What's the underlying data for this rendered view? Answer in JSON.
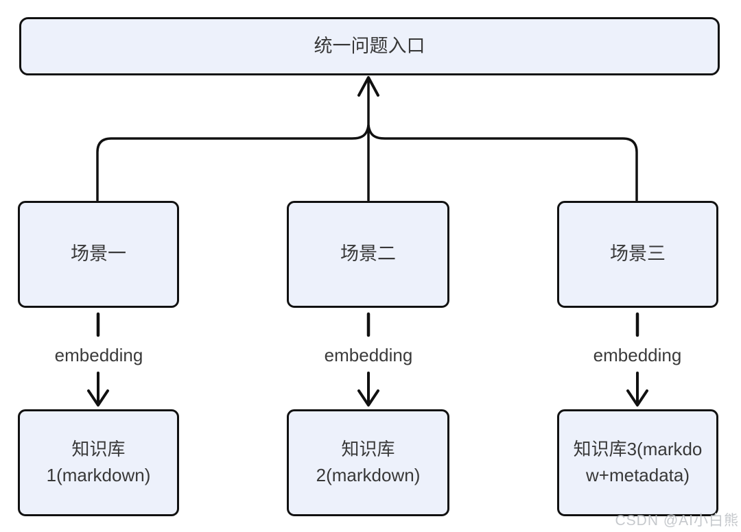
{
  "diagram": {
    "entry_label": "统一问题入口",
    "scenarios": [
      {
        "label": "场景一"
      },
      {
        "label": "场景二"
      },
      {
        "label": "场景三"
      }
    ],
    "edge_label": "embedding",
    "knowledge_bases": [
      {
        "line1": "知识库",
        "line2": "1(markdown)"
      },
      {
        "line1": "知识库",
        "line2": "2(markdown)"
      },
      {
        "line1": "知识库3(markdo",
        "line2": "w+metadata)"
      }
    ]
  },
  "watermark": {
    "text": "CSDN @AI小白熊"
  },
  "colors": {
    "background": "#ffffff",
    "node_fill": "#edf1fb",
    "node_border": "#111111",
    "connector": "#111111",
    "text": "#383838",
    "watermark": "#c5c8cc"
  }
}
